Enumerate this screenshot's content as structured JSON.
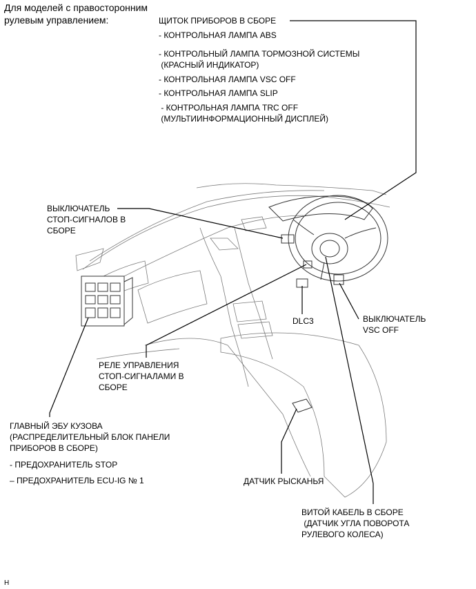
{
  "header": {
    "line1": "Для моделей с правосторонним",
    "line2": "рулевым управлением:"
  },
  "labels": {
    "meter": {
      "title": "ЩИТОК ПРИБОРОВ В СБОРЕ",
      "items": [
        "- КОНТРОЛЬНАЯ ЛАМПА ABS",
        "- КОНТРОЛЬНЫЙ ЛАМПА ТОРМОЗНОЙ СИСТЕМЫ",
        " (КРАСНЫЙ ИНДИКАТОР)",
        "- КОНТРОЛЬНАЯ ЛАМПА VSC OFF",
        "- КОНТРОЛЬНАЯ ЛАМПА SLIP",
        " - КОНТРОЛЬНАЯ ЛАМПА TRC OFF",
        " (МУЛЬТИИНФОРМАЦИОННЫЙ ДИСПЛЕЙ)"
      ]
    },
    "stop_switch": [
      "ВЫКЛЮЧАТЕЛЬ",
      "СТОП-СИГНАЛОВ В",
      "СБОРЕ"
    ],
    "dlc3": "DLC3",
    "vsc_switch": [
      "ВЫКЛЮЧАТЕЛЬ",
      "VSC OFF"
    ],
    "stop_relay": [
      "РЕЛЕ УПРАВЛЕНИЯ",
      "СТОП-СИГНАЛАМИ В",
      "СБОРЕ"
    ],
    "body_ecu": [
      "ГЛАВНЫЙ ЭБУ КУЗОВА",
      "(РАСПРЕДЕЛИТЕЛЬНЫЙ БЛОК ПАНЕЛИ",
      "ПРИБОРОВ В СБОРЕ)"
    ],
    "fuse_stop": "- ПРЕДОХРАНИТЕЛЬ STOP",
    "fuse_ecu": "– ПРЕДОХРАНИТЕЛЬ ECU-IG № 1",
    "yaw_sensor": "ДАТЧИК РЫСКАНЬЯ",
    "spiral_cable": [
      "ВИТОЙ КАБЕЛЬ В СБОРЕ",
      " (ДАТЧИК УГЛА ПОВОРОТА",
      "РУЛЕВОГО КОЛЕСА)"
    ],
    "footer_code": "H"
  }
}
